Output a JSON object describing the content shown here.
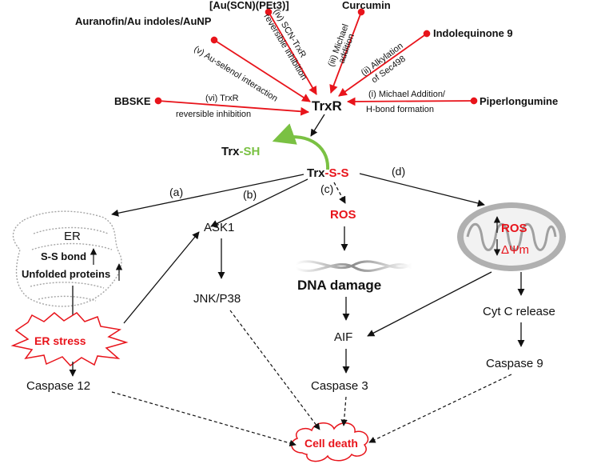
{
  "inhibitors": {
    "auranofin": "Auranofin/Au indoles/AuNP",
    "au_scn": "[Au(SCN)(PEt3)]",
    "curcumin": "Curcumin",
    "indolequinone": "Indolequinone 9",
    "piperlongumine": "Piperlongumine",
    "bbske": "BBSKE"
  },
  "mechanisms": {
    "v": "(v) Au-selenol interaction",
    "iv_line1": "(iv) SCN-TrxR",
    "iv_line2": "reversible inhibition",
    "iii_line1": "(iii) Michael",
    "iii_line2": "addition",
    "ii_line1": "(ii) Alkylation",
    "ii_line2": "of Sec498",
    "i_line1": "(i) Michael  Addition/",
    "i_line2": "H-bond formation",
    "vi_line1": "(vi) TrxR",
    "vi_line2": "reversible inhibition"
  },
  "center": {
    "trxr": "TrxR",
    "trx_sh_prefix": "Trx",
    "trx_sh_suffix": "-SH",
    "trx_ss_prefix": "Trx",
    "trx_ss_suffix": "-S-S"
  },
  "branches": {
    "a": "(a)",
    "b": "(b)",
    "c": "(c)",
    "d": "(d)"
  },
  "pathway_a": {
    "er": "ER",
    "ss_bond": "S-S bond",
    "unfolded": "Unfolded proteins",
    "er_stress": "ER stress",
    "caspase12": "Caspase 12"
  },
  "pathway_b": {
    "ask1": "ASK1",
    "jnk": "JNK/P38"
  },
  "pathway_c": {
    "ros": "ROS",
    "dna_damage": "DNA damage",
    "aif": "AIF",
    "caspase3": "Caspase 3"
  },
  "pathway_d": {
    "ros": "ROS",
    "dpsi": "ΔΨm",
    "cytc": "Cyt C release",
    "caspase9": "Caspase 9"
  },
  "outcome": {
    "cell_death": "Cell death"
  },
  "colors": {
    "red": "#e8141b",
    "green": "#7ac143",
    "black": "#111111",
    "gray": "#9a9a9a"
  }
}
